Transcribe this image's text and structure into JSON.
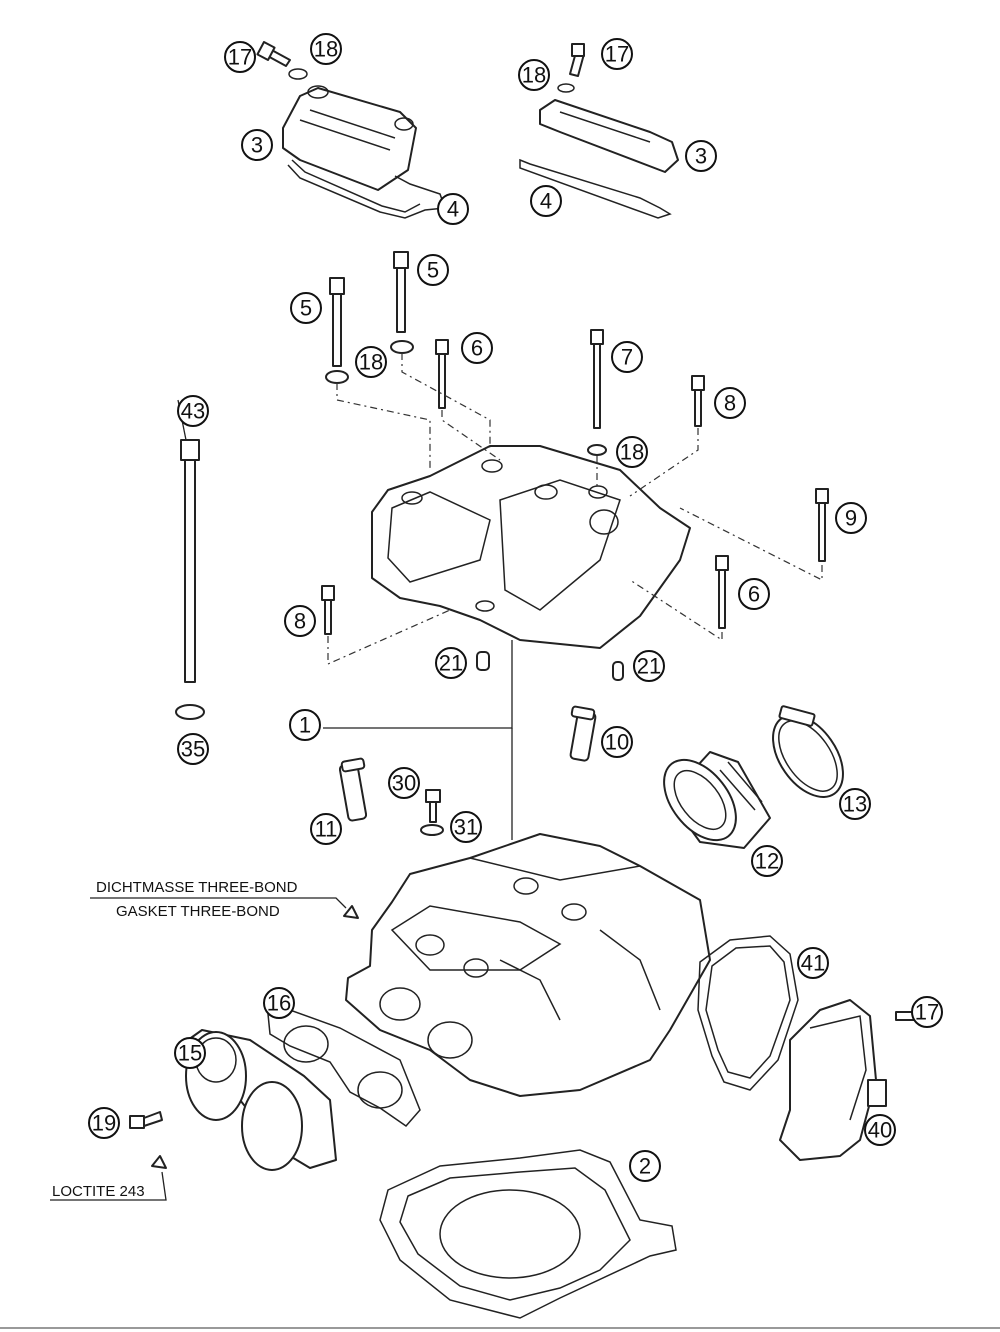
{
  "callouts": [
    "17",
    "18",
    "3",
    "4",
    "17",
    "18",
    "3",
    "4",
    "5",
    "5",
    "18",
    "6",
    "7",
    "8",
    "18",
    "43",
    "9",
    "8",
    "6",
    "21",
    "21",
    "1",
    "35",
    "10",
    "30",
    "31",
    "11",
    "13",
    "12",
    "41",
    "16",
    "17",
    "15",
    "19",
    "40",
    "2"
  ],
  "notes": {
    "sealant_de": "DICHTMASSE THREE-BOND",
    "sealant_en": "GASKET THREE-BOND",
    "thread_lock": "LOCTITE 243"
  }
}
